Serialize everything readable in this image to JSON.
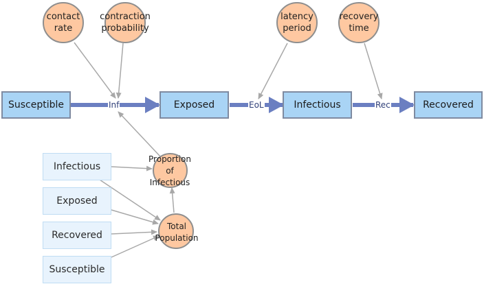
{
  "stocks": {
    "susceptible": "Susceptible",
    "exposed": "Exposed",
    "infectious": "Infectious",
    "recovered": "Recovered"
  },
  "ghosts": {
    "infectious": "Infectious",
    "exposed": "Exposed",
    "recovered": "Recovered",
    "susceptible": "Susceptible"
  },
  "flows": {
    "inf": "Inf",
    "eol": "EoL",
    "rec": "Rec"
  },
  "auxiliaries": {
    "contact_rate": "contact\nrate",
    "contraction_probability": "contraction\nprobability",
    "latency_period": "latency\nperiod",
    "recovery_time": "recovery\ntime",
    "proportion_of_infectious": "Proportion\nof\nInfectious",
    "total_population": "Total\nPopulation"
  },
  "colors": {
    "stock_fill": "#a9d4f5",
    "ghost_fill": "#e8f3fd",
    "aux_fill": "#fec8a1",
    "flow_pipe": "#6b7fc1",
    "connector": "#a8a8a8"
  }
}
